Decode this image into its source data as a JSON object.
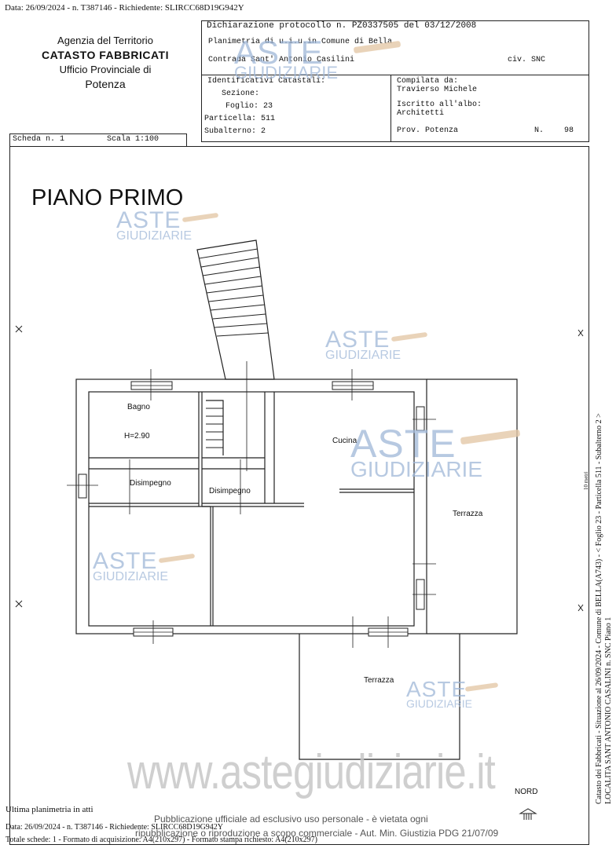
{
  "top_meta": "Data: 26/09/2024 - n. T387146 - Richiedente: SLIRCC68D19G942Y",
  "agency": {
    "line1": "Agenzia del Territorio",
    "line2": "CATASTO FABBRICATI",
    "line3": "Ufficio Provinciale di",
    "line4": "Potenza"
  },
  "declaration": {
    "line1": "Dichiarazione protocollo n. PZ0337505 del  03/12/2008",
    "line2": "Planimetria di u.i.u.in Comune di Bella",
    "line3": "Contrada Sant' Antonio Casilini",
    "civ": "civ. SNC"
  },
  "identifiers": {
    "title": "Identificativi Catastali:",
    "sezione": "Sezione:",
    "foglio": "Foglio: 23",
    "particella": "Particella: 511",
    "subalterno": "Subalterno: 2"
  },
  "compiled": {
    "label": "Compilata da:",
    "name": "Travierso Michele",
    "albo_label": "Iscritto all'albo:",
    "albo": "Architetti",
    "prov": "Prov. Potenza",
    "n_label": "N.",
    "n_value": "98"
  },
  "scheda": {
    "label": "Scheda n. 1",
    "scala": "Scala 1:100"
  },
  "plan": {
    "floor_title": "PIANO PRIMO",
    "rooms": {
      "bagno": "Bagno",
      "height": "H=2.90",
      "disimpegno1": "Disimpegno",
      "disimpegno2": "Disimpegno",
      "cucina": "Cucina",
      "terrazza_right": "Terrazza",
      "terrazza_bottom": "Terrazza"
    },
    "nord": "NORD"
  },
  "watermark": {
    "aste": "ASTE",
    "giudiziarie": "GIUDIZIARIE",
    "site": "www.astegiudiziarie.it"
  },
  "footer": {
    "ultima": "Ultima planimetria in atti",
    "notice1": "Pubblicazione ufficiale ad esclusivo uso personale - è vietata ogni",
    "notice2": "ripubblicazione o riproduzione a scopo commerciale - Aut. Min. Giustizia PDG 21/07/09",
    "meta": "Data: 26/09/2024 - n. T387146 - Richiedente: SLIRCC68D19G942Y",
    "totale": "Totale schede: 1 - Formato di acquisizione: A4(210x297) - Formato stampa richiesto: A4(210x297)"
  },
  "side": {
    "line1": "Catasto dei Fabbricati - Situazione al 26/09/2024 - Comune di BELLA(A743) - < Foglio 23 - Particella 511 - Subalterno 2 >",
    "line2": "LOCALITA SANT ANTONIO CASALINI n. SNC Piano 1",
    "small": "10 metri"
  }
}
